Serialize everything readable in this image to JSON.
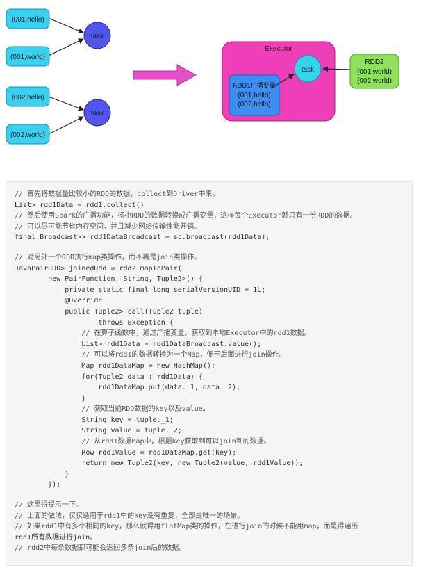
{
  "diagram": {
    "left_nodes": [
      {
        "label": "(001,hello)"
      },
      {
        "label": "(001,world)"
      },
      {
        "label": "(002,hello)"
      },
      {
        "label": "(002,world)"
      }
    ],
    "task_labels": [
      "task",
      "task"
    ],
    "executor": {
      "title": "Executor",
      "rdd1_title": "RDD1广播变量",
      "rdd1_lines": [
        "(001,hello)",
        "(002,hello)"
      ],
      "task_label": "task"
    },
    "rdd2": {
      "title": "RDD2",
      "lines": [
        "(001,world)",
        "(002,world)"
      ]
    },
    "colors": {
      "node_fill": "#3ad0f0",
      "task_fill": "#5055ee",
      "executor_fill": "#ee3fb8",
      "rdd1_fill": "#3d8ef2",
      "exec_task_fill": "#34d4ec",
      "rdd2_fill": "#8ee25a",
      "arrow_fill": "#e44ec8"
    }
  },
  "code": {
    "lines": [
      "// 首先将数据量比较小的RDD的数据，collect到Driver中来。",
      "List> rdd1Data = rdd1.collect()",
      "// 然后使用Spark的广播功能，将小RDD的数据转换成广播变量，这样每个Executor就只有一份RDD的数据。",
      "// 可以尽可能节省内存空间，并且减少网络传输性能开销。",
      "final Broadcast>> rdd1DataBroadcast = sc.broadcast(rdd1Data);",
      "",
      "// 对另外一个RDD执行map类操作，而不再是join类操作。",
      "JavaPairRDD> joinedRdd = rdd2.mapToPair(",
      "        new PairFunction, String, Tuple2>() {",
      "            private static final long serialVersionUID = 1L;",
      "            @Override",
      "            public Tuple2> call(Tuple2 tuple)",
      "                    throws Exception {",
      "                // 在算子函数中，通过广播变量，获取到本地Executor中的rdd1数据。",
      "                List> rdd1Data = rdd1DataBroadcast.value();",
      "                // 可以将rdd1的数据转换为一个Map，便于后面进行join操作。",
      "                Map rdd1DataMap = new HashMap();",
      "                for(Tuple2 data : rdd1Data) {",
      "                    rdd1DataMap.put(data._1, data._2);",
      "                }",
      "                // 获取当前RDD数据的key以及value。",
      "                String key = tuple._1;",
      "                String value = tuple._2;",
      "                // 从rdd1数据Map中，根据key获取到可以join到的数据。",
      "                Row rdd1Value = rdd1DataMap.get(key);",
      "                return new Tuple2(key, new Tuple2(value, rdd1Value));",
      "            }",
      "        });",
      "",
      "// 这里得提示一下。",
      "// 上面的做法，仅仅适用于rdd1中的key没有重复，全部是唯一的场景。",
      "// 如果rdd1中有多个相同的key，那么就得用flatMap类的操作，在进行join的时候不能用map，而是得遍历",
      "rdd1所有数据进行join。",
      "// rdd2中每条数据都可能会返回多条join后的数据。"
    ]
  }
}
